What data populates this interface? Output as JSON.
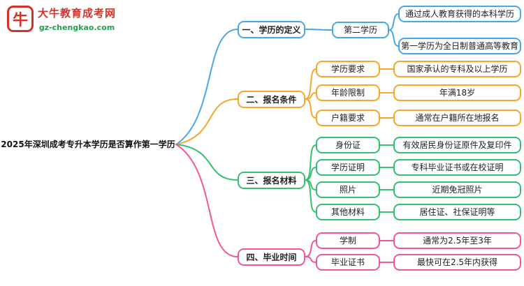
{
  "logo": {
    "icon": "牛",
    "title": "大牛教育成考网",
    "url": "gz-chengkao.com"
  },
  "root": {
    "label": "2025年深圳成考专升本学历是否算作第一学历"
  },
  "colors": {
    "branch1": "#49a7e9",
    "branch2": "#f6a62b",
    "branch3": "#35c06e",
    "branch4": "#f0579b",
    "logo_red": "#d4332a",
    "logo_green": "#21a14b"
  },
  "branches": [
    {
      "label": "一、学历的定义",
      "children": [
        {
          "label": "第二学历",
          "leaves": [
            "通过成人教育获得的本科学历",
            "第一学历为全日制普通高等教育"
          ]
        }
      ]
    },
    {
      "label": "二、报名条件",
      "children": [
        {
          "label": "学历要求",
          "leaves": [
            "国家承认的专科及以上学历"
          ]
        },
        {
          "label": "年龄限制",
          "leaves": [
            "年满18岁"
          ]
        },
        {
          "label": "户籍要求",
          "leaves": [
            "通常在户籍所在地报名"
          ]
        }
      ]
    },
    {
      "label": "三、报名材料",
      "children": [
        {
          "label": "身份证",
          "leaves": [
            "有效居民身份证原件及复印件"
          ]
        },
        {
          "label": "学历证明",
          "leaves": [
            "专科毕业证书或在校证明"
          ]
        },
        {
          "label": "照片",
          "leaves": [
            "近期免冠照片"
          ]
        },
        {
          "label": "其他材料",
          "leaves": [
            "居住证、社保证明等"
          ]
        }
      ]
    },
    {
      "label": "四、毕业时间",
      "children": [
        {
          "label": "学制",
          "leaves": [
            "通常为2.5年至3年"
          ]
        },
        {
          "label": "毕业证书",
          "leaves": [
            "最快可在2.5年内获得"
          ]
        }
      ]
    }
  ]
}
